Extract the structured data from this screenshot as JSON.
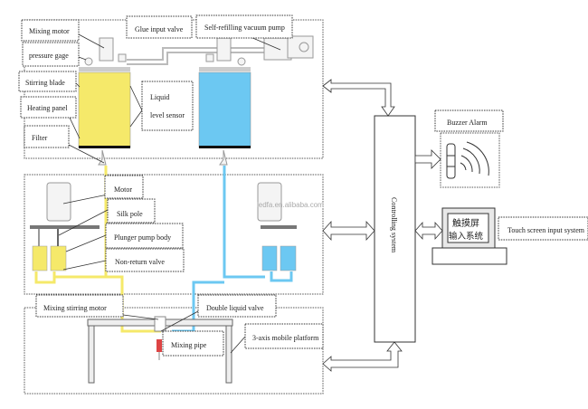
{
  "labels": {
    "mixing_motor": "Mixing motor",
    "pressure_gage": "pressure gage",
    "stirring_blade": "Stirring blade",
    "heating_panel": "Heating panel",
    "filter": "Filter",
    "glue_input_valve": "Glue input valve",
    "vacuum_pump": "Self-refilling vacuum pump",
    "liquid_level_sensor_1": "Liquid",
    "liquid_level_sensor_2": "level sensor",
    "motor": "Motor",
    "silk_pole": "Silk pole",
    "plunger_pump_body": "Plunger pump body",
    "non_return_valve": "Non-return valve",
    "mixing_stirring_motor": "Mixing stirring motor",
    "double_liquid_valve": "Double liquid valve",
    "mixing_pipe": "Mixing pipe",
    "platform": "3-axis mobile platform",
    "controlling_system": "Controlling system",
    "buzzer_alarm": "Buzzer Alarm",
    "touch_screen": "Touch screen input system",
    "screen_text_1": "触摸屏",
    "screen_text_2": "输入系统"
  },
  "watermark": "ledfa.en.alibaba.com",
  "colors": {
    "glue_a": "#f5e96a",
    "glue_b": "#6cc8f2"
  }
}
